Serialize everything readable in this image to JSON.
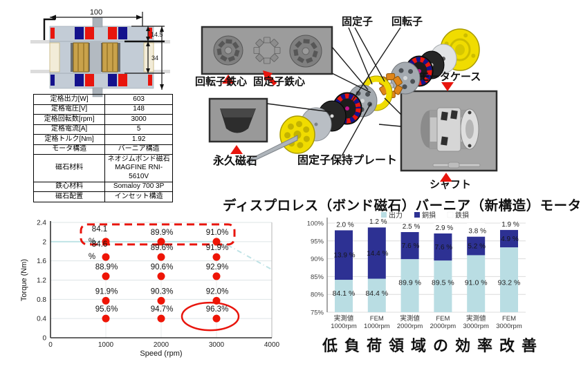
{
  "title": "ディスプロレス（ボンド磁石）バーニア（新構造）モータ",
  "bottom_caption": "低負荷領域の効率改善",
  "cross_section": {
    "dim_width": "100",
    "dim_upper": "14.5",
    "dim_lower": "34"
  },
  "spec_table": {
    "rows": [
      {
        "label": "定格出力[W]",
        "value": "603"
      },
      {
        "label": "定格電圧[V]",
        "value": "148"
      },
      {
        "label": "定格回転数[rpm]",
        "value": "3000"
      },
      {
        "label": "定格電流[A]",
        "value": "5"
      },
      {
        "label": "定格トルク[Nm]",
        "value": "1.92"
      },
      {
        "label": "モータ構造",
        "value": "バーニア構造"
      },
      {
        "label": "磁石材料",
        "value": "ネオジムボンド磁石\nMAGFINE RNI-\n5610V"
      },
      {
        "label": "鉄心材料",
        "value": "Somaloy 700 3P"
      },
      {
        "label": "磁石配置",
        "value": "インセット構造"
      }
    ]
  },
  "part_labels": {
    "stator": "固定子",
    "rotor": "回転子",
    "rotor_core": "回転子鉄心",
    "stator_core": "固定子鉄心",
    "motor_case": "モータケース",
    "permanent_magnet": "永久磁石",
    "stator_holding_plate": "固定子保持プレート",
    "shaft": "シャフト"
  },
  "colors": {
    "accent_red": "#e8150d",
    "magnet_blue": "#14128c",
    "body_gray": "#c3ccd6",
    "coil_gold": "#c9a24b"
  },
  "chart_data": [
    {
      "id": "efficiency_map",
      "type": "scatter",
      "xlabel": "Speed (rpm)",
      "ylabel": "Torque (Nm)",
      "xlim": [
        0,
        4000
      ],
      "ylim": [
        0,
        2.4
      ],
      "xticks": [
        0,
        1000,
        2000,
        3000,
        4000
      ],
      "yticks": [
        0,
        0.4,
        0.8,
        1.2,
        1.6,
        2,
        2.4
      ],
      "ytick_labels": [
        "0",
        "0.4",
        "0.8",
        "1.2",
        "1.6",
        "2",
        "2.4"
      ],
      "grid": true,
      "point_color": "#ee1506",
      "highlight_color": "#e8150d",
      "envelope_color": "#bfe3e6",
      "envelope": {
        "flat": [
          [
            0,
            2.0
          ],
          [
            3100,
            2.0
          ]
        ],
        "taper": [
          [
            3200,
            1.93
          ],
          [
            4000,
            1.42
          ]
        ]
      },
      "points": [
        {
          "x": 1000,
          "y": 2.0,
          "label": "84.1%",
          "wrap": true,
          "in_dashed_box": true
        },
        {
          "x": 2000,
          "y": 2.0,
          "label": "89.9%",
          "in_dashed_box": true
        },
        {
          "x": 3000,
          "y": 2.0,
          "label": "91.0%",
          "in_dashed_box": true
        },
        {
          "x": 1000,
          "y": 1.68,
          "label": "84.6%",
          "wrap": true
        },
        {
          "x": 2000,
          "y": 1.68,
          "label": "89.6%"
        },
        {
          "x": 3000,
          "y": 1.68,
          "label": "91.9%"
        },
        {
          "x": 1000,
          "y": 1.28,
          "label": "88.9%"
        },
        {
          "x": 2000,
          "y": 1.28,
          "label": "90.6%"
        },
        {
          "x": 3000,
          "y": 1.28,
          "label": "92.9%"
        },
        {
          "x": 1000,
          "y": 0.77,
          "label": "91.9%"
        },
        {
          "x": 2000,
          "y": 0.77,
          "label": "90.3%"
        },
        {
          "x": 3000,
          "y": 0.77,
          "label": "92.0%"
        },
        {
          "x": 1000,
          "y": 0.4,
          "label": "95.6%"
        },
        {
          "x": 2000,
          "y": 0.4,
          "label": "94.7%"
        },
        {
          "x": 3000,
          "y": 0.4,
          "label": "96.3%",
          "circled": true
        }
      ]
    },
    {
      "id": "loss_breakdown",
      "type": "bar",
      "stacked": true,
      "ylim": [
        75,
        100
      ],
      "ytick_labels": [
        "75%",
        "80%",
        "85%",
        "90%",
        "95%",
        "100%"
      ],
      "categories": [
        [
          "実測値",
          "1000rpm"
        ],
        [
          "FEM",
          "1000rpm"
        ],
        [
          "実測値",
          "2000rpm"
        ],
        [
          "FEM",
          "2000rpm"
        ],
        [
          "実測値",
          "3000rpm"
        ],
        [
          "FEM",
          "3000rpm"
        ]
      ],
      "series": [
        {
          "name": "出力",
          "color": "#b9dde3",
          "values": [
            84.1,
            84.4,
            89.9,
            89.5,
            91.0,
            93.2
          ]
        },
        {
          "name": "銅損",
          "color": "#2d3193",
          "values": [
            13.9,
            14.4,
            7.6,
            7.6,
            5.2,
            4.9
          ]
        },
        {
          "name": "鉄損",
          "color": "#ffffff",
          "values": [
            2.0,
            1.2,
            2.5,
            2.9,
            3.8,
            1.9
          ]
        }
      ],
      "legend_position": "top"
    }
  ]
}
